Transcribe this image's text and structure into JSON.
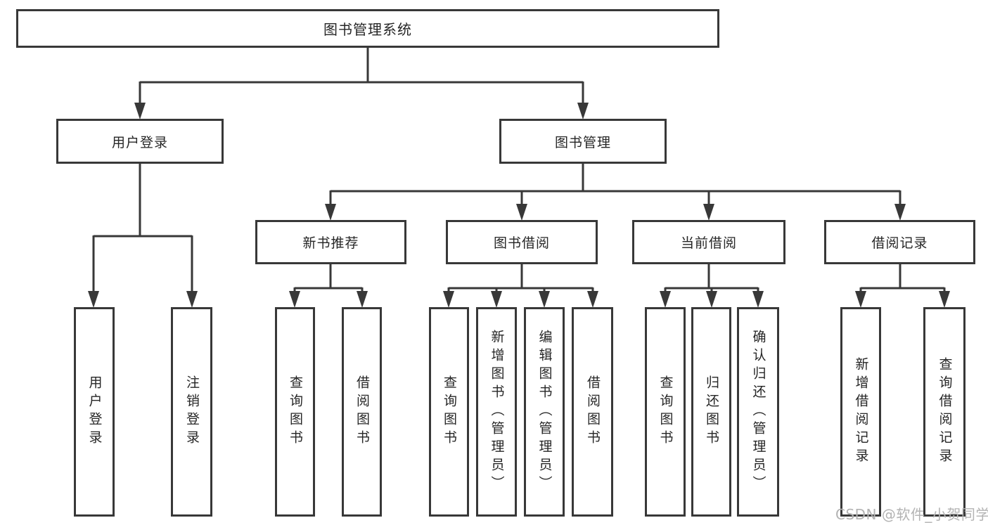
{
  "diagram": {
    "root": {
      "label": "图书管理系统"
    },
    "branches": [
      {
        "label": "用户登录",
        "children": [
          {
            "label": "用户登录"
          },
          {
            "label": "注销登录"
          }
        ]
      },
      {
        "label": "图书管理",
        "children": [
          {
            "label": "新书推荐",
            "children": [
              {
                "label": "查询图书"
              },
              {
                "label": "借阅图书"
              }
            ]
          },
          {
            "label": "图书借阅",
            "children": [
              {
                "label": "查询图书"
              },
              {
                "label": "新增图书（管理员）"
              },
              {
                "label": "编辑图书（管理员）"
              },
              {
                "label": "借阅图书"
              }
            ]
          },
          {
            "label": "当前借阅",
            "children": [
              {
                "label": "查询图书"
              },
              {
                "label": "归还图书"
              },
              {
                "label": "确认归还（管理员）"
              }
            ]
          },
          {
            "label": "借阅记录",
            "children": [
              {
                "label": "新增借阅记录"
              },
              {
                "label": "查询借阅记录"
              }
            ]
          }
        ]
      }
    ]
  },
  "watermark": "CSDN @软件_小贺同学",
  "colors": {
    "stroke": "#383838",
    "box_fill": "#ffffff",
    "text": "#262626",
    "watermark": "#b3b3b3"
  }
}
